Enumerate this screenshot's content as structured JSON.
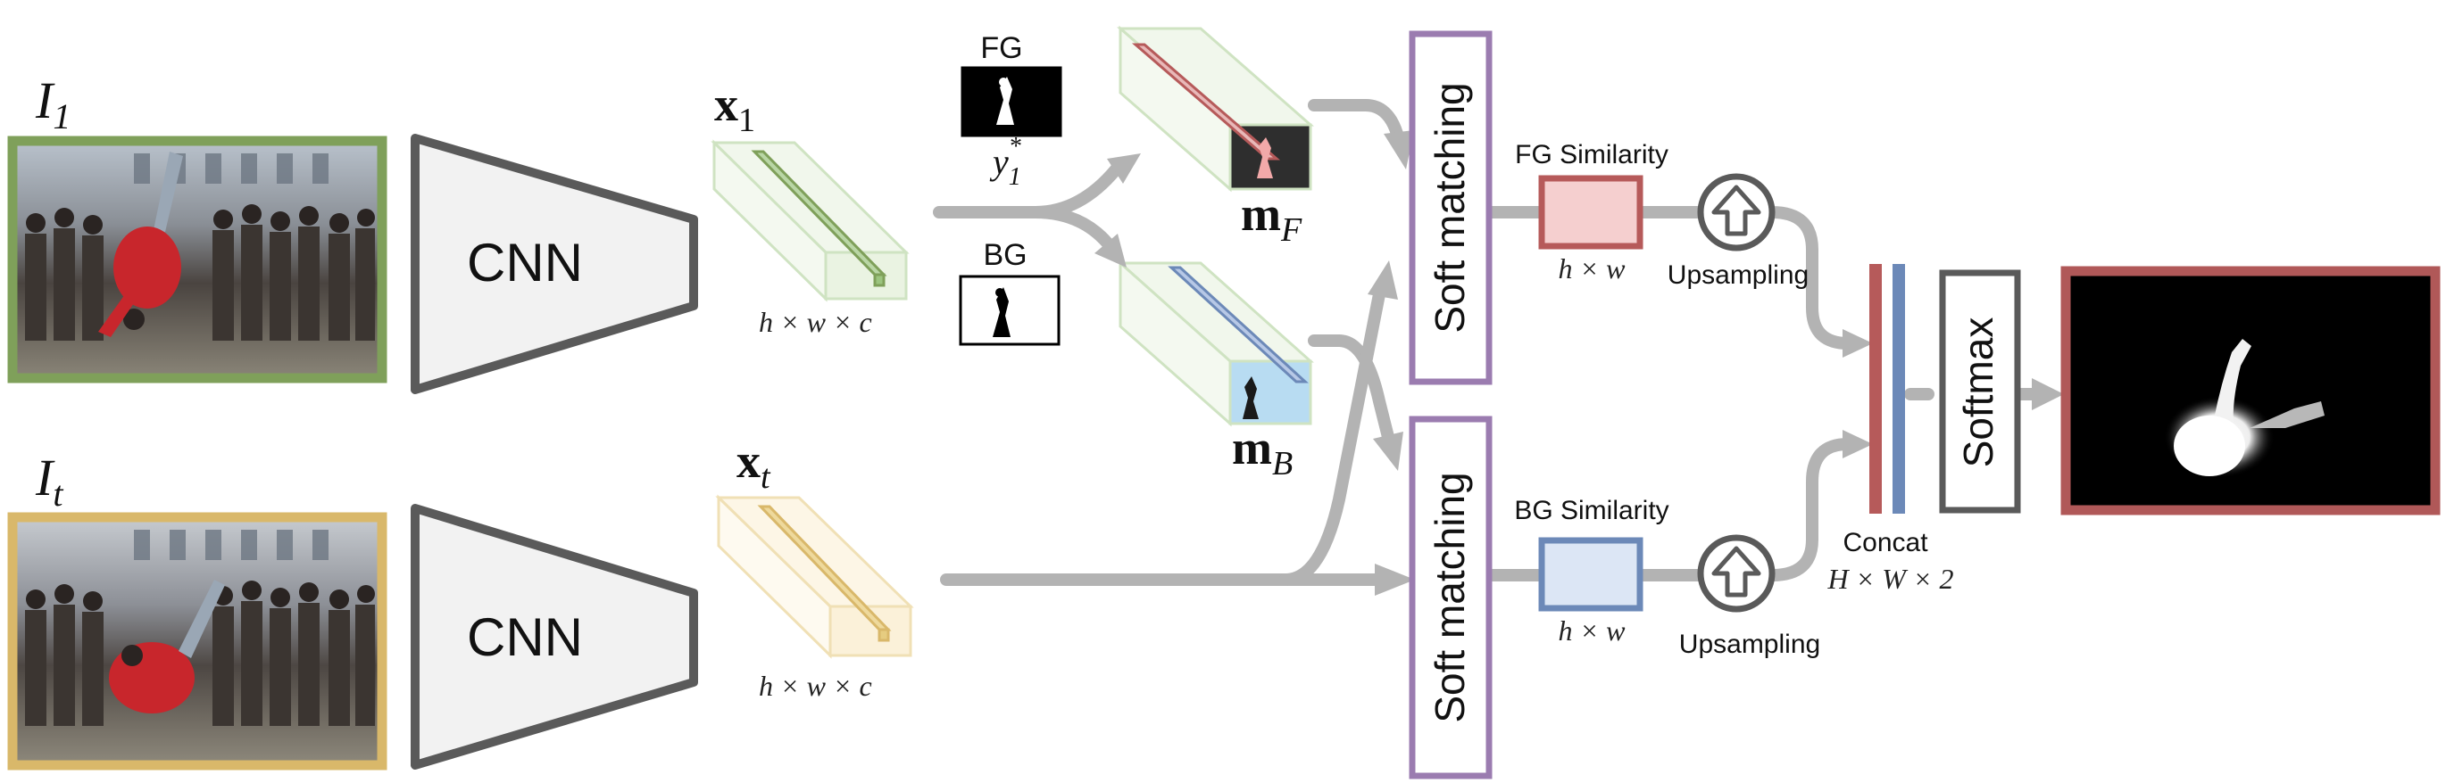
{
  "inputs": {
    "first_frame_label": "I",
    "first_frame_sub": "1",
    "target_frame_label": "I",
    "target_frame_sub": "t"
  },
  "encoders": {
    "top_label": "CNN",
    "bottom_label": "CNN"
  },
  "features": {
    "top_label": "x",
    "top_sub": "1",
    "top_dims": "h × w × c",
    "bottom_label": "x",
    "bottom_sub": "t",
    "bottom_dims": "h × w × c"
  },
  "masks": {
    "fg_label": "FG",
    "bg_label": "BG",
    "gt_label": "y",
    "gt_sup": "*",
    "gt_sub": "1"
  },
  "embeddings": {
    "fg_label": "m",
    "fg_sub": "F",
    "bg_label": "m",
    "bg_sub": "B"
  },
  "matching": {
    "top_label": "Soft matching",
    "bottom_label": "Soft matching"
  },
  "similarity": {
    "fg_label": "FG Similarity",
    "fg_dims": "h × w",
    "bg_label": "BG Similarity",
    "bg_dims": "h × w"
  },
  "upsampling": {
    "top_label": "Upsampling",
    "bottom_label": "Upsampling"
  },
  "concat": {
    "label": "Concat",
    "dims": "H × W × 2"
  },
  "softmax": {
    "label": "Softmax"
  },
  "colors": {
    "first_frame_border": "#7fa05a",
    "target_frame_border": "#d9b86a",
    "encoder_fill": "#f2f2f2",
    "encoder_stroke": "#5a5a5a",
    "matching_border": "#9b7cb0",
    "fg_similarity_fill": "#f5cfcf",
    "fg_similarity_border": "#b65a5a",
    "bg_similarity_fill": "#dce6f5",
    "bg_similarity_border": "#6c89b8",
    "output_border": "#b05858",
    "arrow_gray": "#b3b3b3"
  }
}
